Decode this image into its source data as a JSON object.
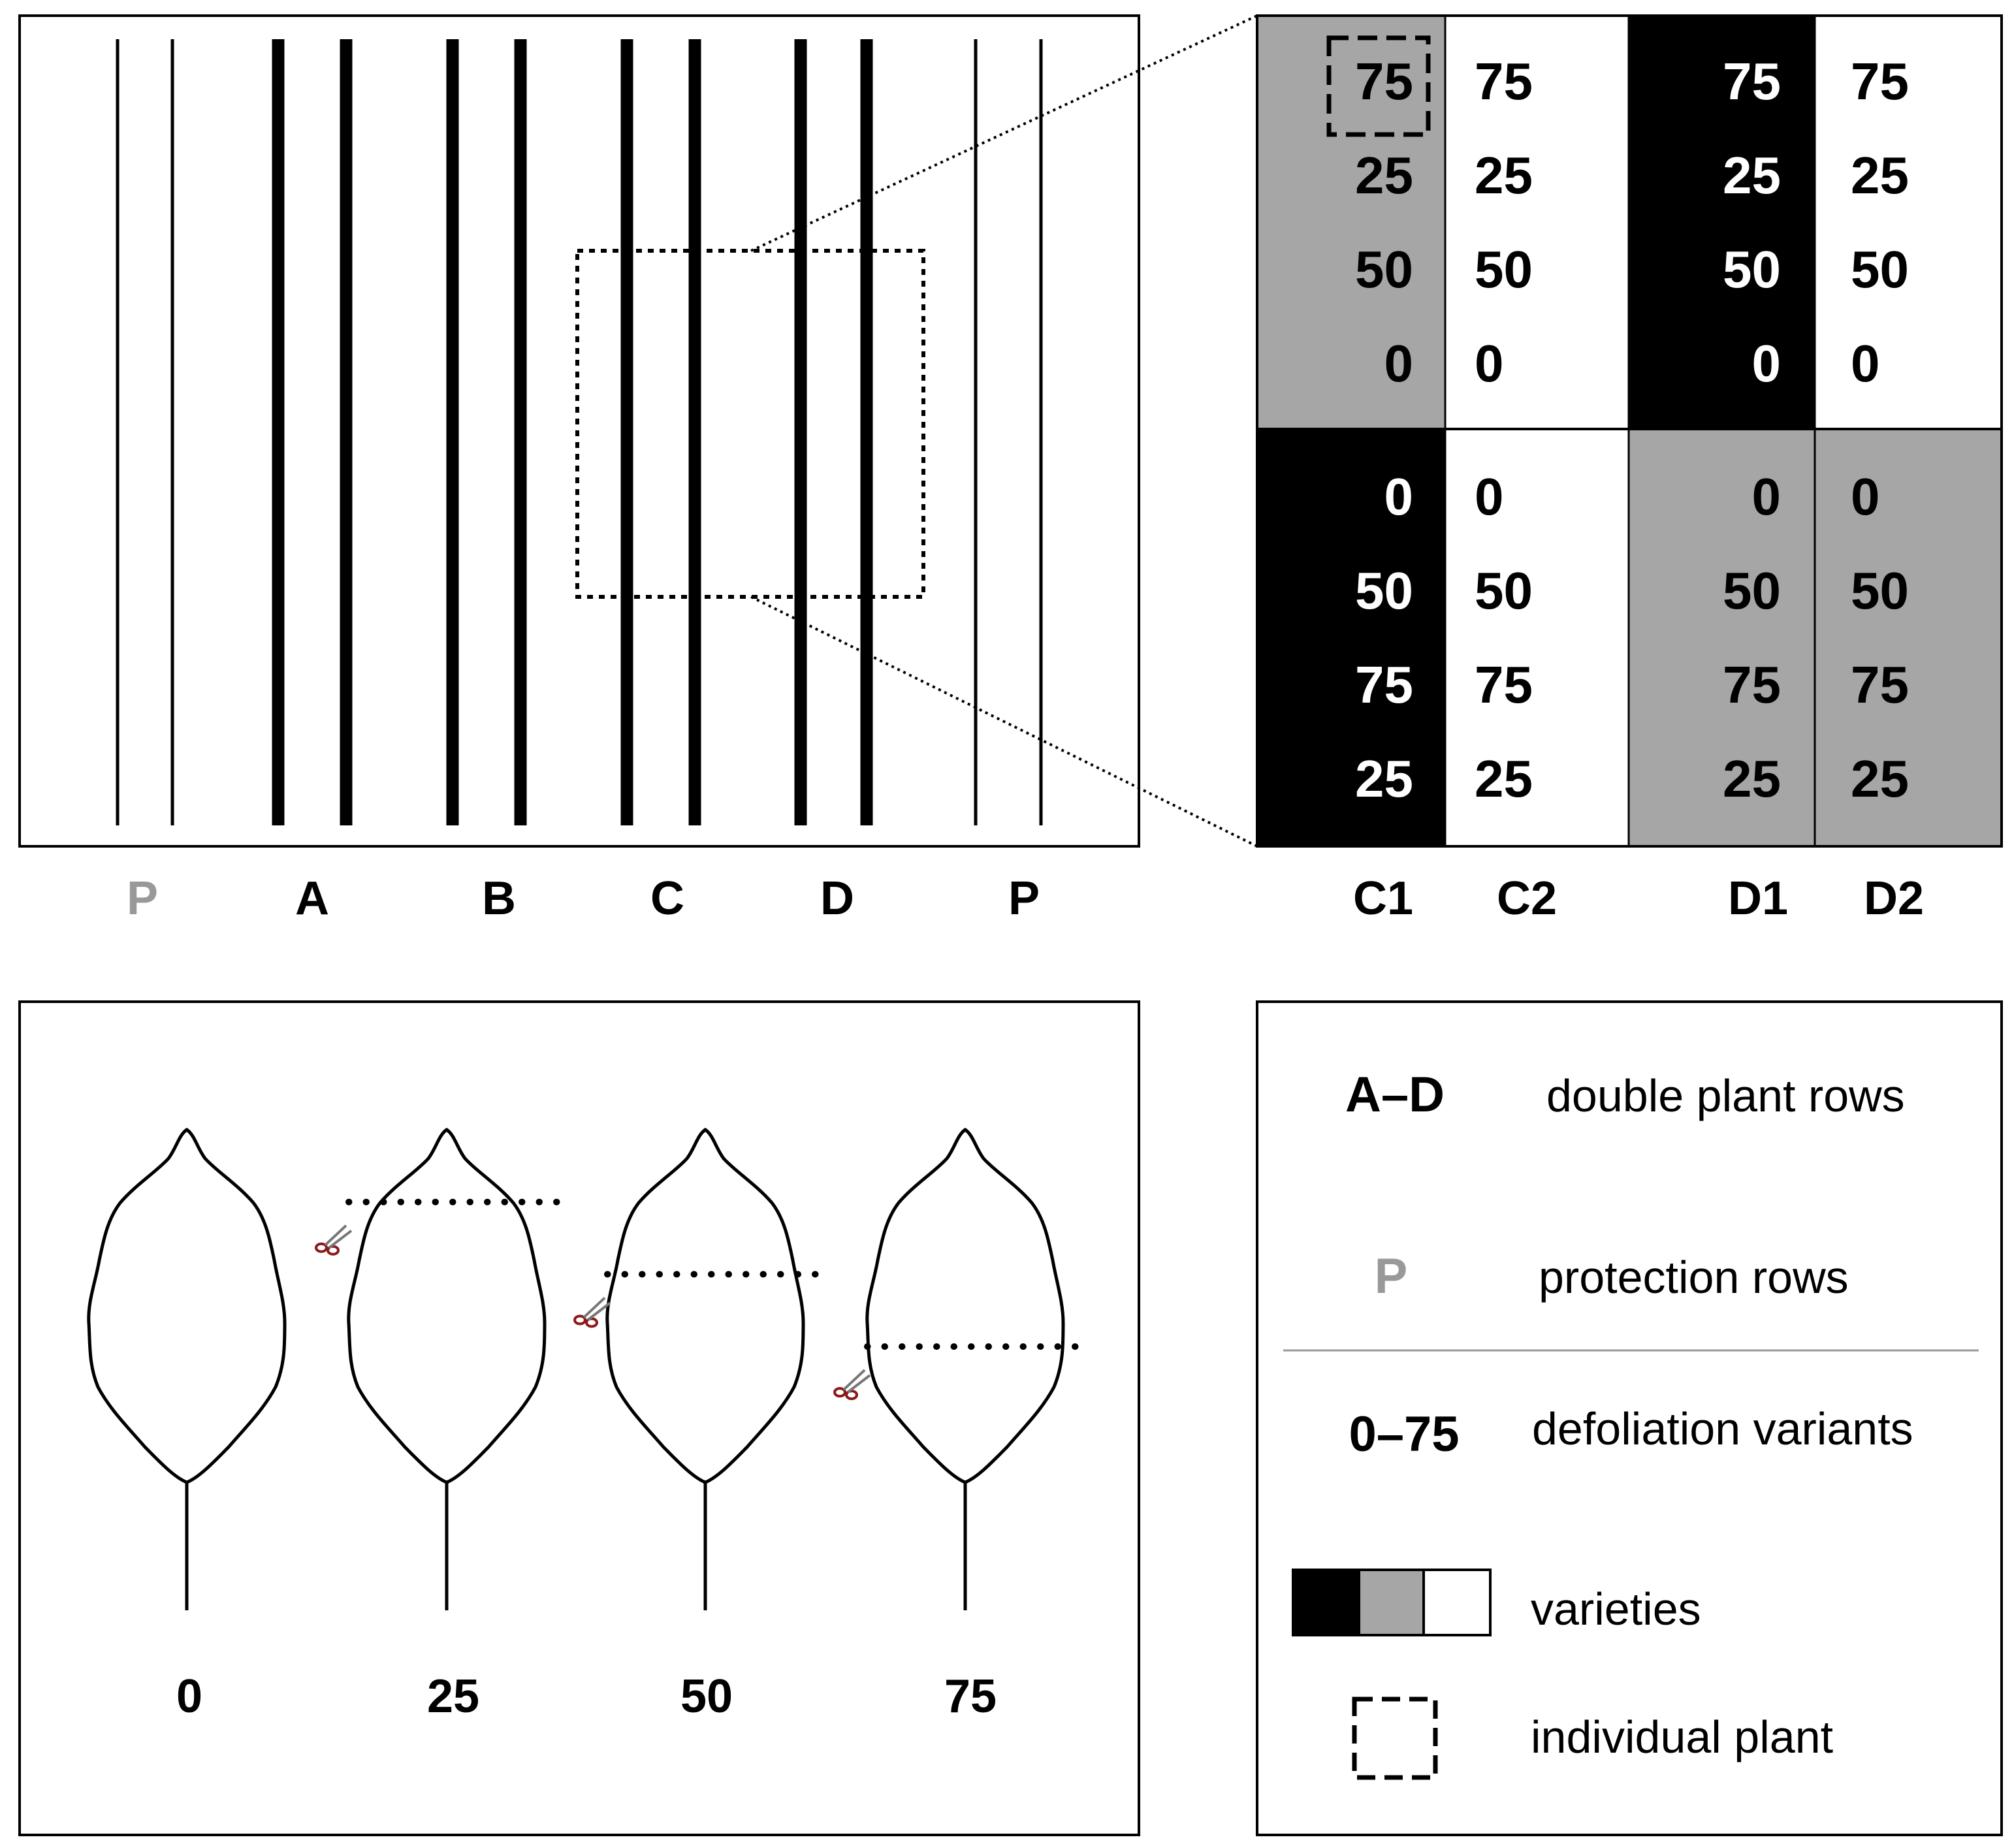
{
  "field": {
    "row_labels": [
      {
        "text": "P",
        "color": "#999999"
      },
      {
        "text": "A",
        "color": "#000000"
      },
      {
        "text": "B",
        "color": "#000000"
      },
      {
        "text": "C",
        "color": "#000000"
      },
      {
        "text": "D",
        "color": "#000000"
      },
      {
        "text": "P",
        "color": "#000000"
      }
    ]
  },
  "zoom": {
    "columns": [
      "C1",
      "C2",
      "D1",
      "D2"
    ],
    "top_block": {
      "values": [
        [
          75,
          75,
          75,
          75
        ],
        [
          25,
          25,
          25,
          25
        ],
        [
          50,
          50,
          50,
          50
        ],
        [
          0,
          0,
          0,
          0
        ]
      ],
      "variety_fills": [
        "gray",
        "white",
        "black",
        "white"
      ]
    },
    "bottom_block": {
      "values": [
        [
          0,
          0,
          0,
          0
        ],
        [
          50,
          50,
          50,
          50
        ],
        [
          75,
          75,
          75,
          75
        ],
        [
          25,
          25,
          25,
          25
        ]
      ],
      "variety_fills": [
        "black",
        "white",
        "gray",
        "gray"
      ]
    }
  },
  "leaves": {
    "labels": [
      "0",
      "25",
      "50",
      "75"
    ],
    "defoliation_percent": [
      0,
      25,
      50,
      75
    ]
  },
  "legend": {
    "items": [
      {
        "key": "A–D",
        "text": "double plant rows"
      },
      {
        "key": "P",
        "text": "protection rows",
        "key_color": "#999999"
      },
      {
        "key": "0–75",
        "text": "defoliation variants"
      },
      {
        "key": "",
        "text": "varieties"
      },
      {
        "key": "",
        "text": "individual plant"
      }
    ]
  },
  "colors": {
    "black": "#000000",
    "gray": "#a6a6a6",
    "white": "#ffffff",
    "protection": "#999999",
    "scissors": "#8b1a1a"
  }
}
